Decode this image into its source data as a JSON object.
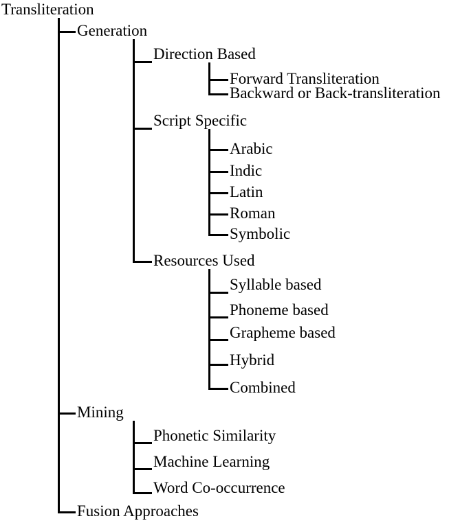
{
  "diagram": {
    "title": "Transliteration",
    "type": "tree-taxonomy",
    "root": {
      "label": "Transliteration",
      "children": [
        {
          "label": "Generation",
          "children": [
            {
              "label": "Direction Based",
              "children": [
                {
                  "label": "Forward Transliteration"
                },
                {
                  "label": "Backward or Back-transliteration"
                }
              ]
            },
            {
              "label": "Script Specific",
              "children": [
                {
                  "label": "Arabic"
                },
                {
                  "label": "Indic"
                },
                {
                  "label": "Latin"
                },
                {
                  "label": "Roman"
                },
                {
                  "label": "Symbolic"
                }
              ]
            },
            {
              "label": "Resources Used",
              "children": [
                {
                  "label": "Syllable based"
                },
                {
                  "label": "Phoneme based"
                },
                {
                  "label": "Grapheme based"
                },
                {
                  "label": "Hybrid"
                },
                {
                  "label": "Combined"
                }
              ]
            }
          ]
        },
        {
          "label": "Mining",
          "children": [
            {
              "label": "Phonetic Similarity"
            },
            {
              "label": "Machine Learning"
            },
            {
              "label": "Word Co-occurrence"
            }
          ]
        },
        {
          "label": "Fusion Approaches"
        }
      ]
    },
    "nodes": {
      "root": "Transliteration",
      "generation": "Generation",
      "direction_based": "Direction Based",
      "forward_transliteration": "Forward Transliteration",
      "backward_transliteration": "Backward or Back-transliteration",
      "script_specific": "Script Specific",
      "arabic": "Arabic",
      "indic": "Indic",
      "latin": "Latin",
      "roman": "Roman",
      "symbolic": "Symbolic",
      "resources_used": "Resources Used",
      "syllable_based": "Syllable based",
      "phoneme_based": "Phoneme based",
      "grapheme_based": "Grapheme based",
      "hybrid": "Hybrid",
      "combined": "Combined",
      "mining": "Mining",
      "phonetic_similarity": "Phonetic Similarity",
      "machine_learning": "Machine Learning",
      "word_cooccurrence": "Word Co-occurrence",
      "fusion_approaches": "Fusion Approaches"
    },
    "style": {
      "line_color": "#000000",
      "text_color": "#000000",
      "background": "#ffffff"
    }
  }
}
